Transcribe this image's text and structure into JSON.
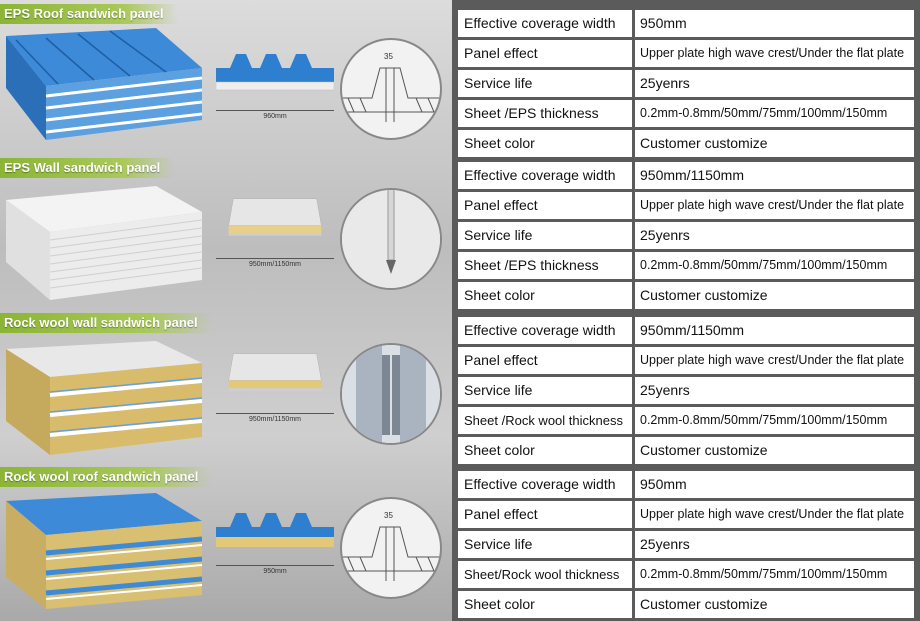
{
  "colors": {
    "title_tag_green": "#8bb535",
    "roof_blue": "#2f7fd0",
    "eps_white": "#eeeeee",
    "rock_wool_yellow": "#d4b86a",
    "table_bg": "#5b5b5b"
  },
  "sections": [
    {
      "title": "EPS Roof sandwich panel",
      "dimension": "960mm",
      "detail_dimension": "35",
      "rows": [
        {
          "label": "Effective coverage width",
          "value": "950mm"
        },
        {
          "label": "Panel effect",
          "value": "Upper plate high wave crest/Under the flat plate"
        },
        {
          "label": "Service life",
          "value": "25yenrs"
        },
        {
          "label": "Sheet /EPS thickness",
          "value": "0.2mm-0.8mm/50mm/75mm/100mm/150mm"
        },
        {
          "label": "Sheet color",
          "value": "Customer customize"
        }
      ]
    },
    {
      "title": "EPS Wall sandwich panel",
      "dimension": "950mm/1150mm",
      "detail_dimension": "",
      "rows": [
        {
          "label": "Effective coverage width",
          "value": "950mm/1150mm"
        },
        {
          "label": "Panel effect",
          "value": "Upper plate high wave crest/Under the flat plate"
        },
        {
          "label": "Service life",
          "value": "25yenrs"
        },
        {
          "label": "Sheet /EPS thickness",
          "value": "0.2mm-0.8mm/50mm/75mm/100mm/150mm"
        },
        {
          "label": "Sheet color",
          "value": "Customer customize"
        }
      ]
    },
    {
      "title": "Rock wool wall sandwich panel",
      "dimension": "950mm/1150mm",
      "detail_dimension": "",
      "rows": [
        {
          "label": "Effective coverage width",
          "value": "950mm/1150mm"
        },
        {
          "label": "Panel effect",
          "value": "Upper plate high wave crest/Under the flat plate"
        },
        {
          "label": "Service life",
          "value": "25yenrs"
        },
        {
          "label": "Sheet /Rock wool thickness",
          "value": "0.2mm-0.8mm/50mm/75mm/100mm/150mm"
        },
        {
          "label": "Sheet color",
          "value": "Customer customize"
        }
      ]
    },
    {
      "title": "Rock wool roof sandwich panel",
      "dimension": "950mm",
      "detail_dimension": "35",
      "rows": [
        {
          "label": "Effective coverage width",
          "value": "950mm"
        },
        {
          "label": "Panel effect",
          "value": "Upper plate high wave crest/Under the flat plate"
        },
        {
          "label": "Service life",
          "value": "25yenrs"
        },
        {
          "label": "Sheet/Rock wool thickness",
          "value": "0.2mm-0.8mm/50mm/75mm/100mm/150mm"
        },
        {
          "label": "Sheet color",
          "value": "Customer customize"
        }
      ]
    }
  ]
}
